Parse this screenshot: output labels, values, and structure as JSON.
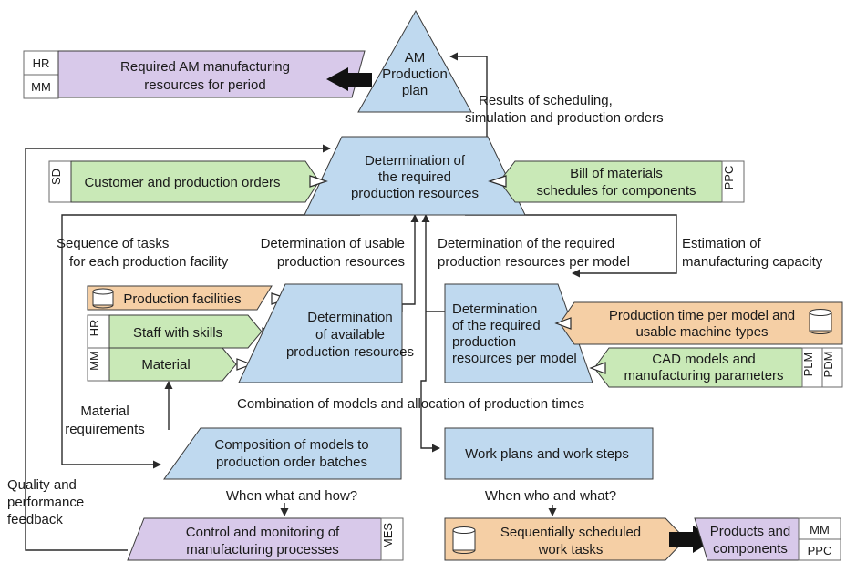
{
  "top": {
    "plan": [
      "AM",
      "Production",
      "plan"
    ],
    "required_resources": [
      "Required AM manufacturing",
      "resources for period"
    ],
    "required_tags": [
      "HR",
      "MM"
    ],
    "results": [
      "Results of scheduling,",
      "simulation and production orders"
    ]
  },
  "determination": [
    "Determination of",
    "the required",
    "production resources"
  ],
  "customer": {
    "label": "Customer and production orders",
    "tag": "SD"
  },
  "bom": {
    "label": [
      "Bill of materials",
      "schedules for components"
    ],
    "tag": "PPC"
  },
  "sequence": [
    "Sequence of tasks",
    "for each production facility"
  ],
  "usable": [
    "Determination of usable",
    "production resources"
  ],
  "per_model": [
    "Determination of the required",
    "production resources per model"
  ],
  "estimation": [
    "Estimation of",
    "manufacturing capacity"
  ],
  "facilities": "Production facilities",
  "staff": {
    "label": "Staff with skills",
    "tag": "HR"
  },
  "material": {
    "label": "Material",
    "tag": "MM"
  },
  "available": [
    "Determination",
    "of available",
    "production resources"
  ],
  "per_model_box": [
    "Determination",
    "of the required",
    "production",
    "resources per model"
  ],
  "production_time": [
    "Production time per model and",
    "usable machine types"
  ],
  "cad": {
    "label": [
      "CAD models and",
      "manufacturing parameters"
    ],
    "tags": [
      "PLM",
      "PDM"
    ]
  },
  "combination": "Combination of models and allocation of production times",
  "material_req": [
    "Material",
    "requirements"
  ],
  "composition": [
    "Composition of models to",
    "production order batches"
  ],
  "work_plans": "Work plans and work steps",
  "quality": [
    "Quality and",
    "performance",
    "feedback"
  ],
  "when_what": "When what and how?",
  "when_who": "When who and what?",
  "control": {
    "label": [
      "Control and monitoring of",
      "manufacturing processes"
    ],
    "tag": "MES"
  },
  "sequential": [
    "Sequentially scheduled",
    "work tasks"
  ],
  "products": {
    "label": [
      "Products and",
      "components"
    ],
    "tags": [
      "MM",
      "PPC"
    ]
  },
  "colors": {
    "blue": "#bfd9ef",
    "green": "#c9e9b7",
    "orange": "#f5cfa5",
    "purple": "#d8c9ea"
  },
  "icons": [
    "database-icon"
  ]
}
